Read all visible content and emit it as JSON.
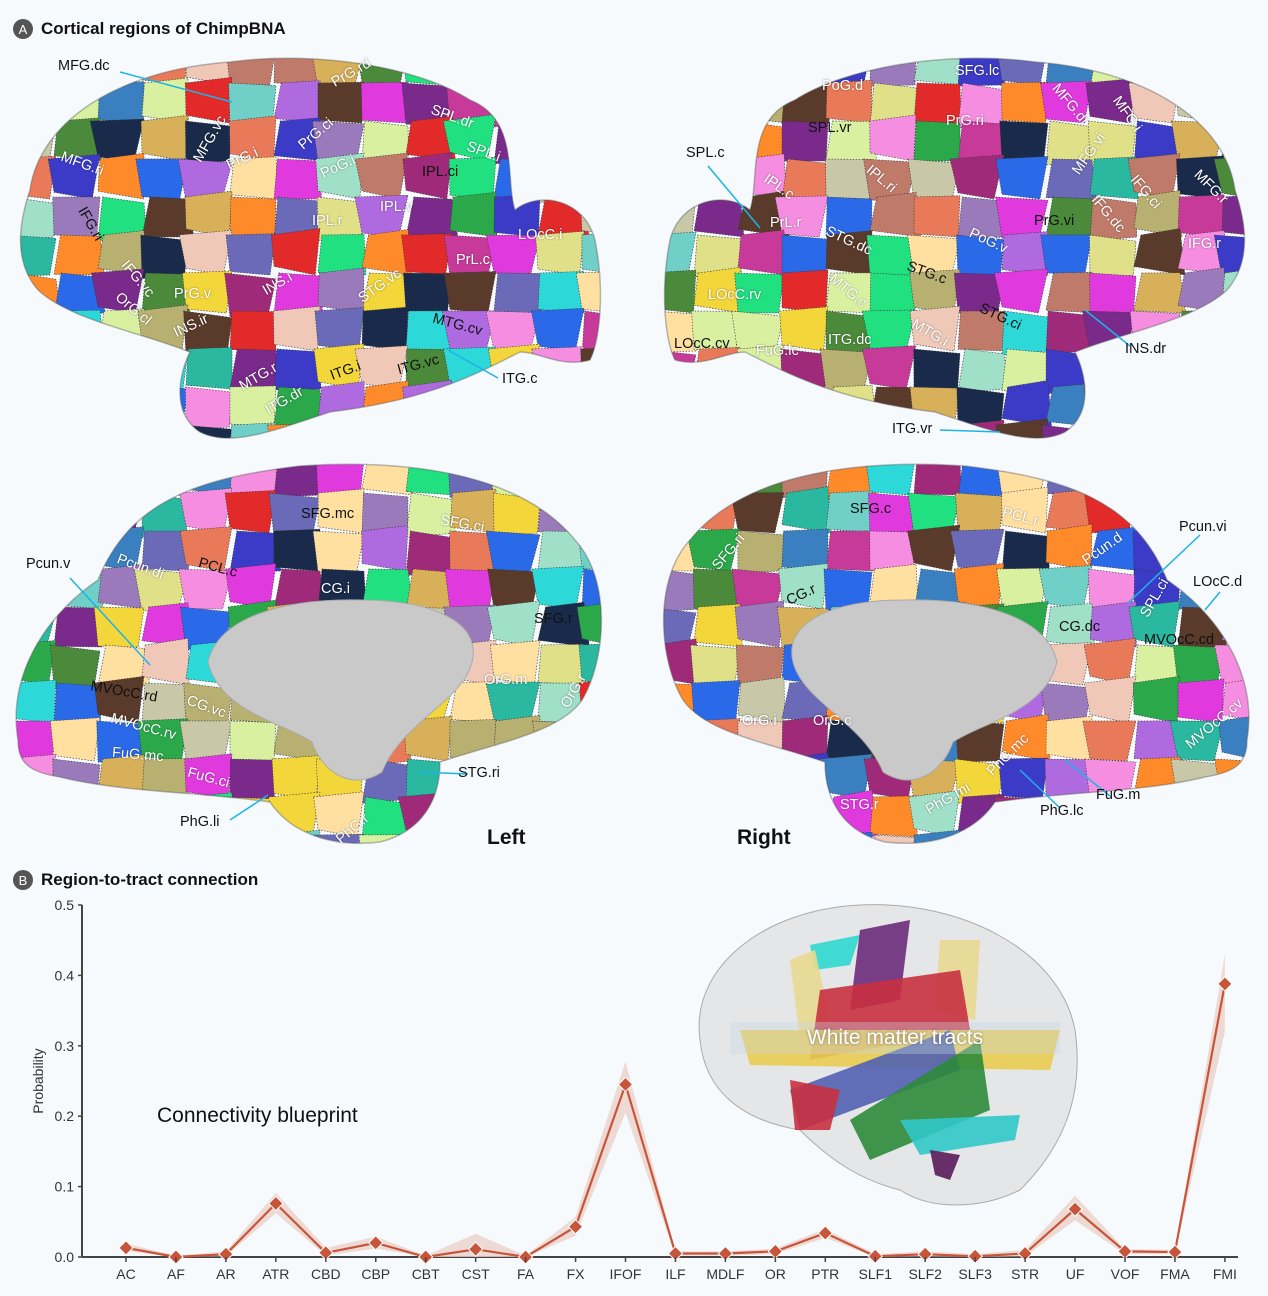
{
  "panel_a": {
    "badge": "A",
    "title": "Cortical regions of ChimpBNA",
    "left_caption": "Left",
    "right_caption": "Right",
    "lateral_left_labels": [
      "MFG.dc",
      "PrG.rd",
      "MFG.vc",
      "PrG.ci",
      "SPL.dr",
      "PrG.i",
      "PoG.i",
      "SPL.i",
      "MFG.ri",
      "IPL.ci",
      "IFG.ri",
      "IPL.r",
      "IPL.v",
      "LOcC.i",
      "PrL.c",
      "IFG.vc",
      "PrG.v",
      "INS.i",
      "STG.vc",
      "OrG.cl",
      "INS.ir",
      "MTG.cv",
      "MTG.r",
      "ITG.i",
      "ITG.vc",
      "ITG.c",
      "ITG.dr"
    ],
    "lateral_right_labels": [
      "SPL.c",
      "PoG.d",
      "SFG.lc",
      "MFG.di",
      "MFG.i",
      "PrG.ri",
      "SPL.vr",
      "MFG.vi",
      "IPL.c",
      "IPL.ri",
      "IFG.ci",
      "MFG.r",
      "PrL.r",
      "STG.dc",
      "PrG.vi",
      "IFG.dc",
      "IFG.r",
      "PoG.v",
      "STG.c",
      "LOcC.rv",
      "MTG.c",
      "STG.ci",
      "MTG.i",
      "LOcC.cv",
      "FuG.lc",
      "ITG.dc",
      "INS.dr",
      "ITG.vr"
    ],
    "medial_left_labels": [
      "SFG.mc",
      "SFG.ci",
      "Pcun.v",
      "Pcun.di",
      "PCL.c",
      "CG.i",
      "SFG.r",
      "OrG.m",
      "OrG.r",
      "MVOcC.rd",
      "CG.vc",
      "MVOcC.rv",
      "FuG.mc",
      "STG.ri",
      "FuG.ci",
      "PhG.li",
      "PhG.r"
    ],
    "medial_right_labels": [
      "SFG.c",
      "PCL.r",
      "Pcun.vi",
      "SFG.ri",
      "Pcun.d",
      "CG.r",
      "LOcC.d",
      "SPL.ci",
      "CG.dc",
      "MVOcC.cd",
      "OrG.i",
      "OrG.c",
      "MVOcC.cv",
      "PhG.mc",
      "FuG.m",
      "STG.r",
      "PhG.mi",
      "PhG.lc"
    ]
  },
  "panel_b": {
    "badge": "B",
    "title": "Region-to-tract connection",
    "inset_label": "Connectivity blueprint",
    "image_label": "White matter tracts"
  },
  "colors": {
    "line": "#c8553a",
    "band": "#ecd2ca",
    "axis": "#444444"
  },
  "chart_data": {
    "type": "line",
    "title": "Region-to-tract connection",
    "xlabel": "",
    "ylabel": "Probability",
    "ylim": [
      0,
      0.5
    ],
    "yticks": [
      "0.0",
      "0.1",
      "0.2",
      "0.3",
      "0.4",
      "0.5"
    ],
    "categories": [
      "AC",
      "AF",
      "AR",
      "ATR",
      "CBD",
      "CBP",
      "CBT",
      "CST",
      "FA",
      "FX",
      "IFOF",
      "ILF",
      "MDLF",
      "OR",
      "PTR",
      "SLF1",
      "SLF2",
      "SLF3",
      "STR",
      "UF",
      "VOF",
      "FMA",
      "FMI"
    ],
    "values": [
      0.013,
      0.0,
      0.004,
      0.076,
      0.006,
      0.02,
      0.0,
      0.011,
      0.0,
      0.043,
      0.245,
      0.005,
      0.005,
      0.008,
      0.034,
      0.001,
      0.004,
      0.001,
      0.005,
      0.068,
      0.008,
      0.007,
      0.388
    ],
    "upper": [
      0.019,
      0.002,
      0.008,
      0.091,
      0.013,
      0.029,
      0.002,
      0.033,
      0.002,
      0.057,
      0.278,
      0.008,
      0.008,
      0.012,
      0.04,
      0.004,
      0.008,
      0.004,
      0.01,
      0.087,
      0.011,
      0.01,
      0.43
    ],
    "lower": [
      0.008,
      0.0,
      0.001,
      0.062,
      0.002,
      0.012,
      0.0,
      0.0,
      0.0,
      0.03,
      0.205,
      0.002,
      0.002,
      0.004,
      0.027,
      0.0,
      0.001,
      0.0,
      0.001,
      0.052,
      0.004,
      0.004,
      0.32
    ]
  }
}
